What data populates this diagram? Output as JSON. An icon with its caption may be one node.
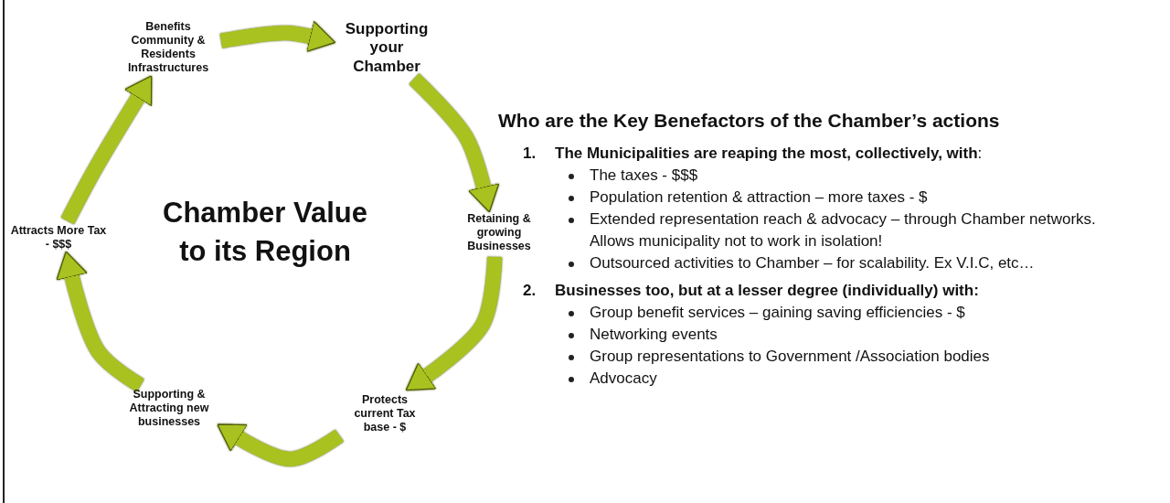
{
  "diagram": {
    "title": "Who are the Key Benefactors of the Chamber’s actions",
    "nodes": [
      {
        "text": [
          "Benefits Community & Residents Infrastructures"
        ]
      },
      {
        "text": [
          "Supporting your Chamber"
        ]
      },
      {
        "text": [
          "Retaining & growing Businesses"
        ]
      },
      {
        "text": [
          "Protects current Tax base - $"
        ]
      },
      {
        "text": [
          "Supporting & Attracting new businesses"
        ]
      },
      {
        "text": [
          "Attracts More Tax - $$$"
        ]
      }
    ],
    "edges": [
      {
        "from": 0,
        "to": 1,
        "arrow": "to"
      },
      {
        "from": 1,
        "to": 2,
        "arrow": "to"
      },
      {
        "from": 2,
        "to": 3,
        "arrow": "to"
      },
      {
        "from": 3,
        "to": 4,
        "arrow": "to"
      },
      {
        "from": 4,
        "to": 5,
        "arrow": "to"
      },
      {
        "from": 5,
        "to": 0,
        "arrow": "to"
      }
    ],
    "labels": [
      "Chamber Value to its Region",
      "1.",
      "**The Municipalities are reaping the most, collectively, with**:",
      "The taxes - $$$",
      "Population retention & attraction – more taxes - $",
      "Extended representation reach & advocacy – through Chamber networks. Allows municipality not to work in isolation!",
      "Outsourced activities to Chamber – for scalability. Ex V.I.C, etc…",
      "2.",
      "Businesses too, but at a lesser degree (individually) with:",
      "Group benefit services – gaining saving efficiencies - $",
      "Networking events",
      "Group representations to Government /Association bodies",
      "Advocacy"
    ]
  }
}
